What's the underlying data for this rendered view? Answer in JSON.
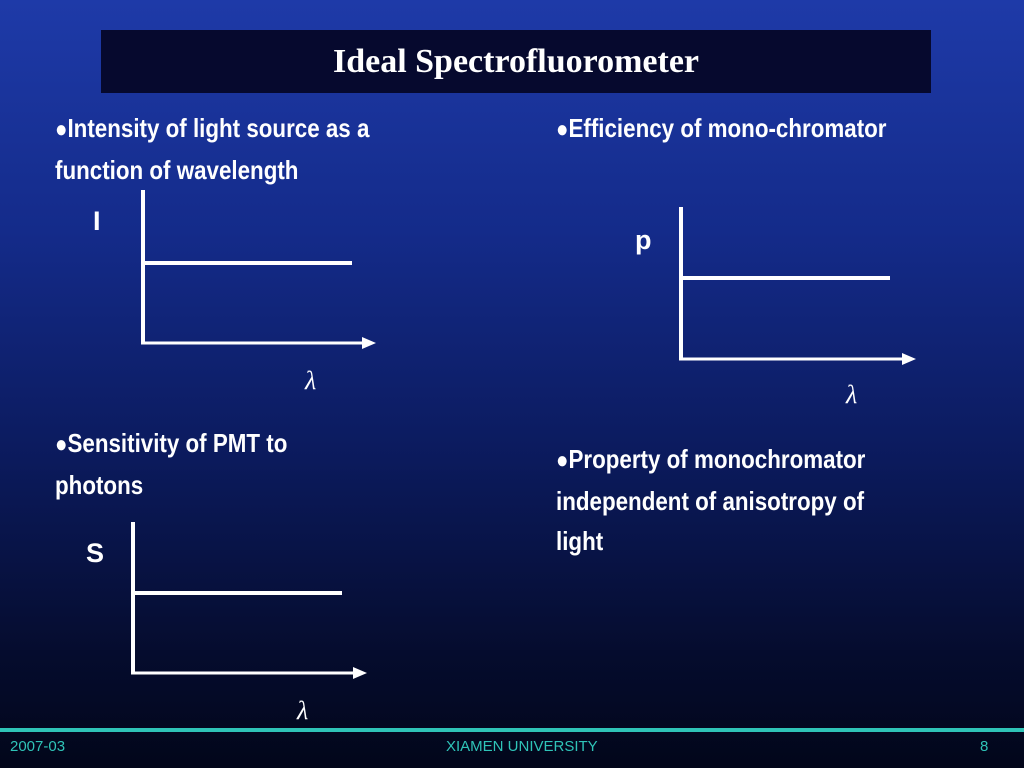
{
  "slide": {
    "title": "Ideal Spectrofluorometer"
  },
  "bullets": {
    "bullet_symbol": "●",
    "intensity": {
      "line1": "Intensity of light source as a",
      "line2": "function of wavelength"
    },
    "efficiency": {
      "line1": "Efficiency  of mono-chromator"
    },
    "sensitivity": {
      "line1": "Sensitivity of PMT to",
      "line2": "photons"
    },
    "property": {
      "line1": "Property of monochromator",
      "line2": "independent of anisotropy of",
      "line3": "light"
    }
  },
  "graphs": {
    "intensity": {
      "y_label": "I",
      "x_label": "λ"
    },
    "efficiency": {
      "y_label": "p",
      "x_label": "λ"
    },
    "sensitivity": {
      "y_label": "S",
      "x_label": "λ"
    }
  },
  "footer": {
    "date": "2007-03",
    "institution": "XIAMEN UNIVERSITY",
    "page_number": "8"
  },
  "colors": {
    "background_top": "#1e3aa8",
    "background_bottom": "#02061a",
    "title_bar": "#06092e",
    "text": "#ffffff",
    "footer_accent": "#2fc4b8"
  }
}
